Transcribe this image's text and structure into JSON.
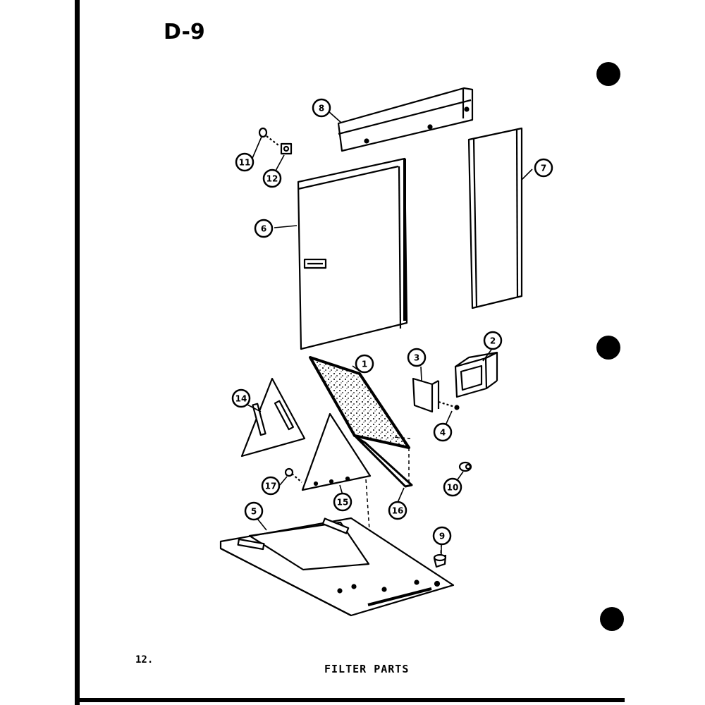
{
  "page": {
    "heading": "D-9",
    "page_number": "12.",
    "caption": "FILTER PARTS"
  },
  "callouts": {
    "c1": "1",
    "c2": "2",
    "c3": "3",
    "c4": "4",
    "c5": "5",
    "c6": "6",
    "c7": "7",
    "c8": "8",
    "c9": "9",
    "c10": "10",
    "c11": "11",
    "c12": "12",
    "c14": "14",
    "c15": "15",
    "c16": "16",
    "c17": "17"
  },
  "colors": {
    "ink": "#000000",
    "paper": "#ffffff"
  }
}
